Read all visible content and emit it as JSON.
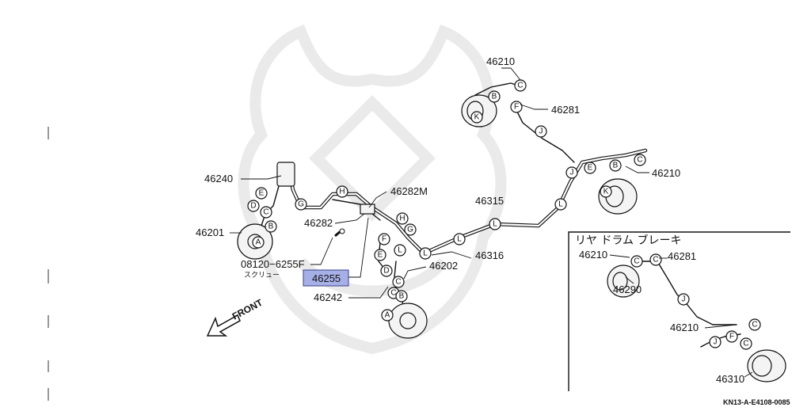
{
  "parts": {
    "p46210_top": "46210",
    "p46281_top": "46281",
    "p46210_right": "46210",
    "p46240": "46240",
    "p46282M": "46282M",
    "p46315": "46315",
    "p46282": "46282",
    "p46201": "46201",
    "p46316": "46316",
    "p46202": "46202",
    "screw_pn": "08120−6255F",
    "screw_jp": "スクリュー",
    "p46255": "46255",
    "p46242": "46242",
    "front": "FRONT"
  },
  "inset": {
    "title": "リヤ ドラム ブレーキ",
    "p46210_a": "46210",
    "p46281": "46281",
    "p46290": "46290",
    "p46210_b": "46210",
    "p46310": "46310"
  },
  "footer": {
    "ref": "KN13-A-E4108-0085"
  },
  "callouts": {
    "C": "C",
    "B": "B",
    "K": "K",
    "F": "F",
    "J": "J",
    "E": "E",
    "H": "H",
    "G": "G",
    "D": "D",
    "A": "A",
    "L": "L"
  },
  "colors": {
    "highlight": "#a6b0e6",
    "line": "#111111"
  }
}
